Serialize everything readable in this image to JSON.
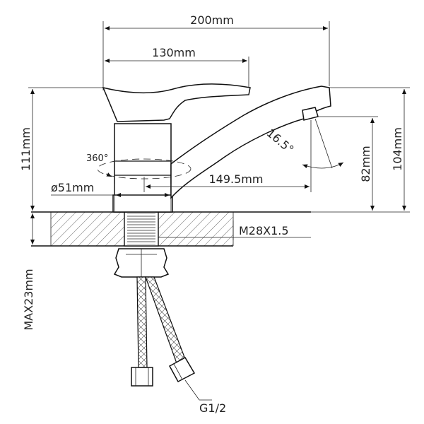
{
  "dimensions": {
    "overall_width": "200mm",
    "handle_width": "130mm",
    "body_height": "111mm",
    "total_height": "104mm",
    "spout_height": "82mm",
    "spout_reach": "149.5mm",
    "base_diameter": "ø51mm",
    "spout_angle": "16.5°",
    "rotation": "360°",
    "thread": "M28X1.5",
    "max_deck": "MAX23mm",
    "hose_thread": "G1/2"
  }
}
